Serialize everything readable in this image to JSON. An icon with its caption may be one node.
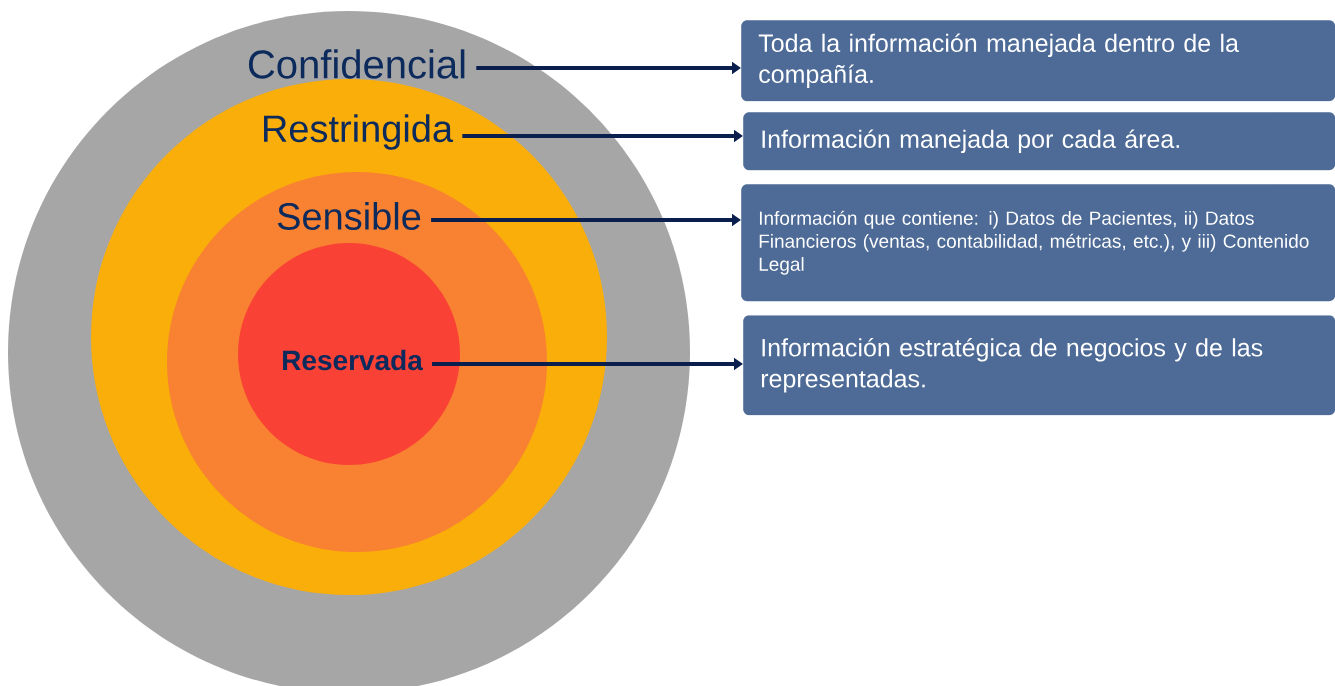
{
  "diagram": {
    "nodes": [
      {
        "text": [
          "Confidencial"
        ]
      },
      {
        "text": [
          "Restringida"
        ],
        "in": 0
      },
      {
        "text": [
          "Sensible"
        ],
        "in": 1
      },
      {
        "text": [
          "Reservada"
        ],
        "in": 2
      },
      {
        "text": [
          "Toda la información manejada dentro de la compañía."
        ]
      },
      {
        "text": [
          "Información manejada por cada área."
        ]
      },
      {
        "text": [
          "Información que contiene: i) Datos de Pacientes, ii) Datos Financieros (ventas, contabilidad, métricas, etc.), y iii) Contenido Legal"
        ]
      },
      {
        "text": [
          "Información estratégica de negocios y de las representadas."
        ]
      }
    ],
    "edges": [
      {
        "from": 0,
        "to": 4,
        "arrow": "to"
      },
      {
        "from": 1,
        "to": 5,
        "arrow": "to"
      },
      {
        "from": 2,
        "to": 6,
        "arrow": "to"
      },
      {
        "from": 3,
        "to": 7,
        "arrow": "to"
      }
    ]
  }
}
